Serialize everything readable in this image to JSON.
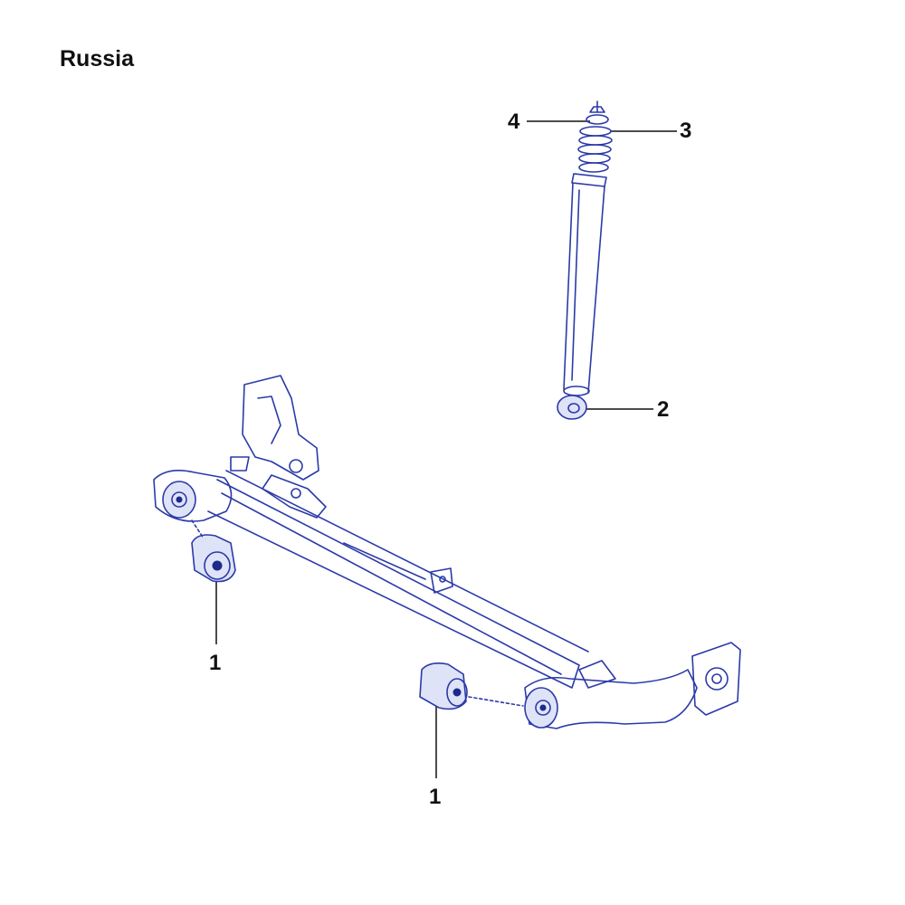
{
  "title": "Russia",
  "callouts": [
    {
      "label": "4",
      "part": "top-mount"
    },
    {
      "label": "3",
      "part": "bump-stop"
    },
    {
      "label": "2",
      "part": "shock-absorber"
    },
    {
      "label": "1",
      "part": "bushing-left"
    },
    {
      "label": "1",
      "part": "bushing-right"
    }
  ],
  "colors": {
    "line": "#2b3aa8",
    "text": "#111111"
  }
}
